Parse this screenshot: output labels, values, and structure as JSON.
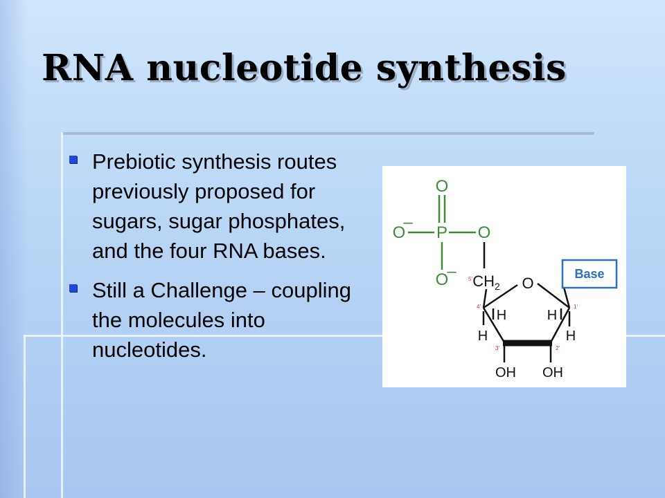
{
  "slide": {
    "title": "RNA nucleotide synthesis",
    "bullets": [
      "Prebiotic synthesis routes previously proposed for sugars, sugar phosphates, and the four RNA bases.",
      "Still a Challenge – coupling the molecules into nucleotides."
    ],
    "bullet_color": "#1f48d8"
  },
  "figure": {
    "phosphate_oxygen": "O",
    "phosphorus": "P",
    "minus_sign": "–",
    "ch2": "CH",
    "ch2_subscript": "2",
    "ring_oxygen": "O",
    "base_label": "Base",
    "hydrogen": "H",
    "hydroxyl": "OH",
    "carbon_numbers": [
      "5'",
      "4'",
      "3'",
      "2'",
      "1'"
    ],
    "colors": {
      "green": "#3d8a3a",
      "black": "#111111",
      "base_box": "#2a6fc0",
      "numbers": "#c0392b"
    }
  }
}
